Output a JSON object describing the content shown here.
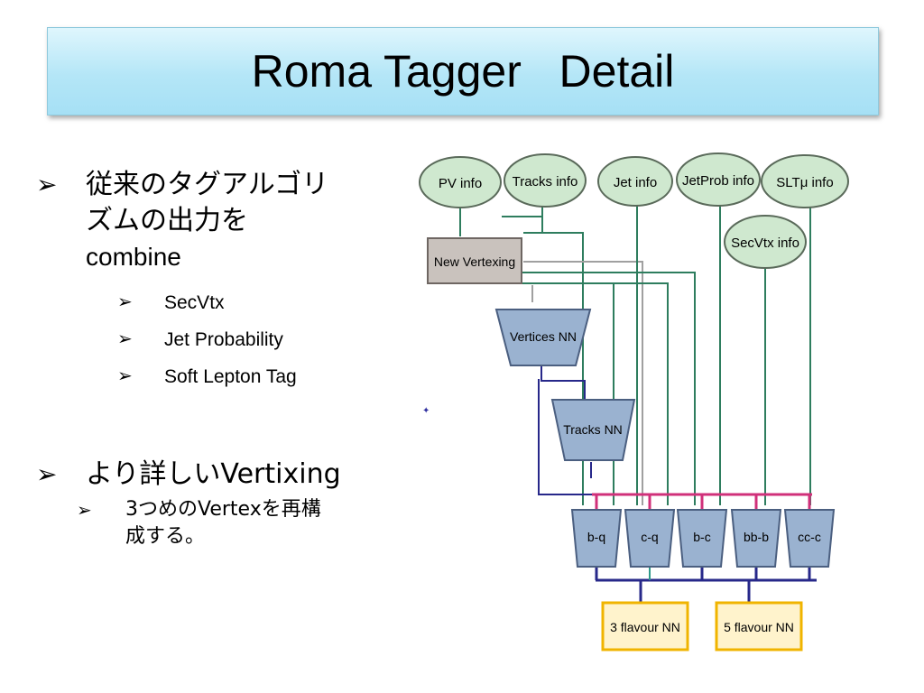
{
  "slide": {
    "title": "Roma Tagger   Detail",
    "bullets": [
      {
        "text_lines": [
          "従来のタグアルゴリ",
          "ズムの出力を"
        ],
        "text_latin": "combine",
        "sub": [
          "SecVtx",
          "Jet Probability",
          "Soft Lepton Tag"
        ]
      },
      {
        "text": "より詳しいVertixing",
        "sub_lines": [
          "3つめのVertexを再構",
          "成する。"
        ]
      }
    ]
  },
  "diagram": {
    "info_nodes": [
      "PV info",
      "Tracks info",
      "Jet info",
      "JetProb info",
      "SLTμ info",
      "SecVtx info"
    ],
    "vertexing_box": "New Vertexing",
    "nn_stages": [
      "Vertices NN",
      "Tracks NN"
    ],
    "classifiers": [
      "b-q",
      "c-q",
      "b-c",
      "bb-b",
      "cc-c"
    ],
    "outputs": [
      "3 flavour NN",
      "5 flavour NN"
    ],
    "colors": {
      "ellipse_fill": "#cfe8cf",
      "ellipse_stroke": "#5a6a5a",
      "trapezoid_fill": "#9ab2d0",
      "vertexing_fill": "#c9c2bd",
      "output_fill": "#fff3cc",
      "output_stroke": "#f0b400",
      "bus_magenta": "#d0307a",
      "bus_navy": "#27288a",
      "line_green": "#2e7d5e",
      "line_gray": "#a0a0a0"
    }
  }
}
